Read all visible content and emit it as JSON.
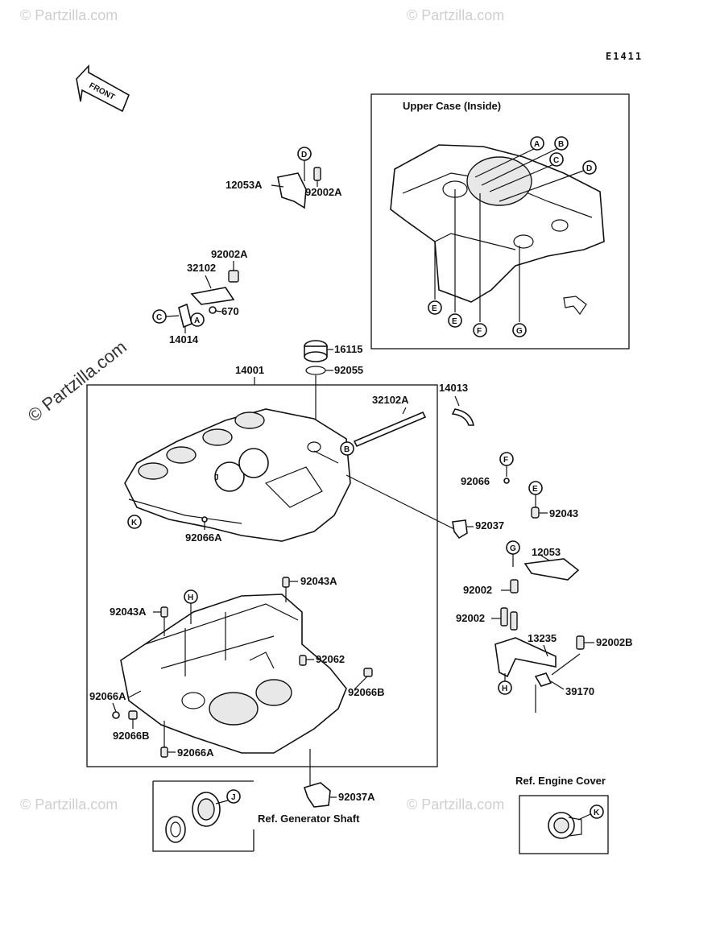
{
  "diagram_code": "E1411",
  "front_label": "FRONT",
  "watermark": "© Partzilla.com",
  "upper_case": {
    "title": "Upper Case (Inside)",
    "refs": [
      "A",
      "B",
      "C",
      "D",
      "E",
      "E",
      "F",
      "G"
    ]
  },
  "parts": {
    "p12053A": "12053A",
    "p92002A_1": "92002A",
    "p92002A_2": "92002A",
    "p32102": "32102",
    "p670": "670",
    "p14014": "14014",
    "p16115": "16115",
    "p92055": "92055",
    "p14001": "14001",
    "p32102A": "32102A",
    "p14013": "14013",
    "p92066": "92066",
    "p92043": "92043",
    "p92037": "92037",
    "p12053": "12053",
    "p92002_1": "92002",
    "p92002_2": "92002",
    "p13235": "13235",
    "p92002B": "92002B",
    "p39170": "39170",
    "p92066A_1": "92066A",
    "p92043A_1": "92043A",
    "p92043A_2": "92043A",
    "p92062": "92062",
    "p92066B_1": "92066B",
    "p92066A_2": "92066A",
    "p92066B_2": "92066B",
    "p92066A_3": "92066A",
    "p92037A": "92037A"
  },
  "callouts": {
    "D1": "D",
    "C1": "C",
    "A1": "A",
    "B1": "B",
    "K1": "K",
    "J1": "J",
    "F1": "F",
    "E1": "E",
    "G1": "G",
    "H1": "H",
    "H2": "H",
    "J2": "J",
    "K2": "K"
  },
  "ref_generator": "Ref. Generator Shaft",
  "ref_engine_cover": "Ref. Engine Cover"
}
